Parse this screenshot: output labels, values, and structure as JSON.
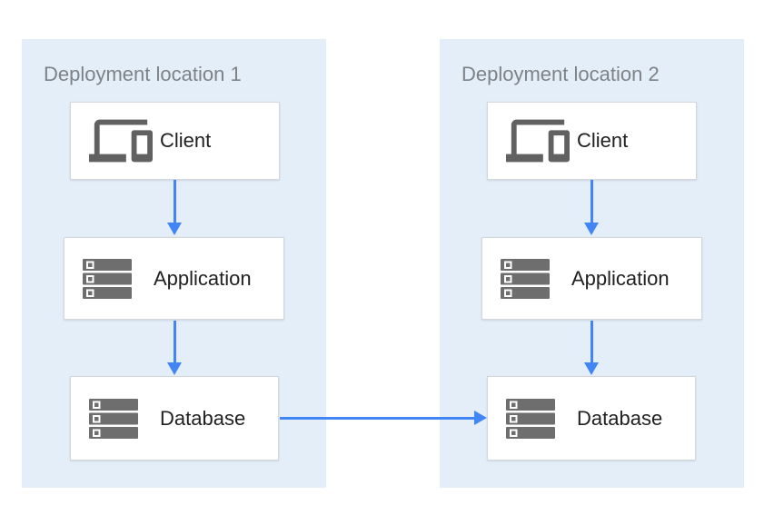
{
  "diagram": {
    "panels": [
      {
        "title": "Deployment location 1",
        "nodes": [
          {
            "id": "client-1",
            "label": "Client",
            "icon": "devices-icon"
          },
          {
            "id": "application-1",
            "label": "Application",
            "icon": "server-stack-icon"
          },
          {
            "id": "database-1",
            "label": "Database",
            "icon": "server-stack-icon"
          }
        ]
      },
      {
        "title": "Deployment location 2",
        "nodes": [
          {
            "id": "client-2",
            "label": "Client",
            "icon": "devices-icon"
          },
          {
            "id": "application-2",
            "label": "Application",
            "icon": "server-stack-icon"
          },
          {
            "id": "database-2",
            "label": "Database",
            "icon": "server-stack-icon"
          }
        ]
      }
    ],
    "connections": [
      {
        "from": "client-1",
        "to": "application-1",
        "direction": "down"
      },
      {
        "from": "application-1",
        "to": "database-1",
        "direction": "down"
      },
      {
        "from": "client-2",
        "to": "application-2",
        "direction": "down"
      },
      {
        "from": "application-2",
        "to": "database-2",
        "direction": "down"
      },
      {
        "from": "database-1",
        "to": "database-2",
        "direction": "right"
      }
    ],
    "colors": {
      "panel_bg": "#e4eef9",
      "panel_title": "#7d8287",
      "node_bg": "#ffffff",
      "node_border": "#d3d6da",
      "node_label": "#212121",
      "icon_gray": "#6e6e6e",
      "devices_icon_gray": "#616161",
      "arrow_blue": "#4285f4"
    }
  }
}
